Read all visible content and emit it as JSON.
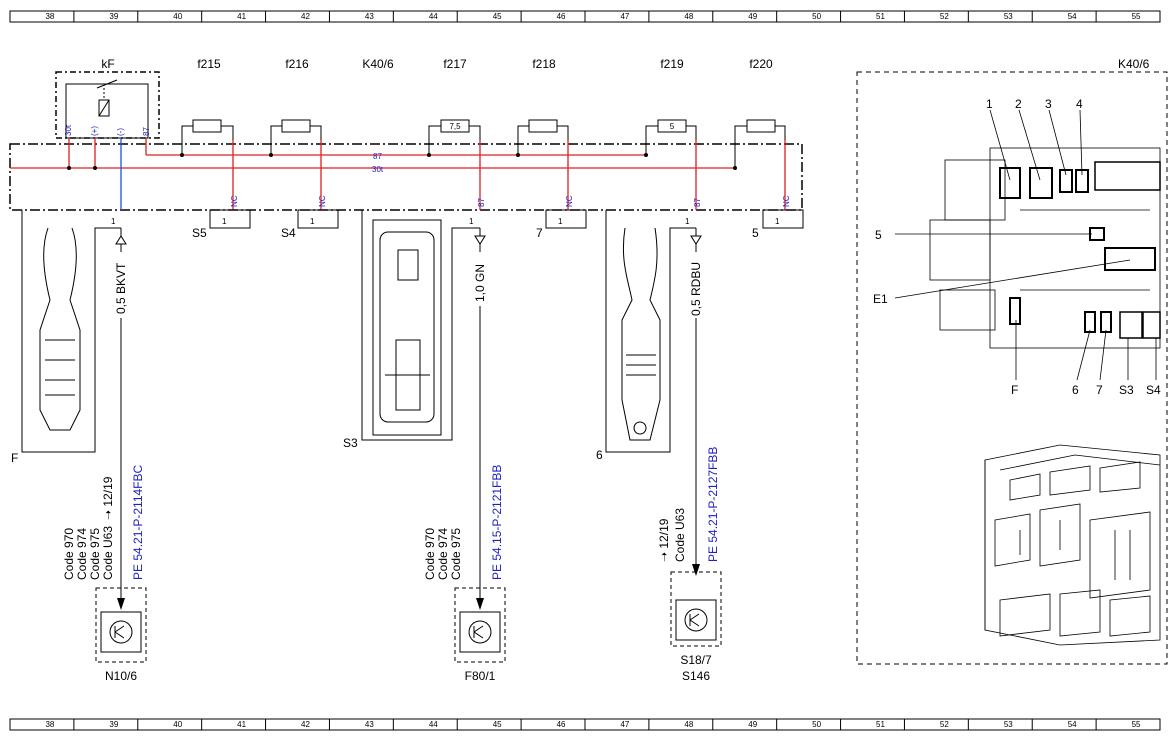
{
  "ruler": {
    "columns": [
      "38",
      "39",
      "40",
      "41",
      "42",
      "43",
      "44",
      "45",
      "46",
      "47",
      "48",
      "49",
      "50",
      "51",
      "52",
      "53",
      "54",
      "55"
    ]
  },
  "module": {
    "switch_label": "kF",
    "box_label": "K40/6",
    "fuses": [
      "f215",
      "f216",
      "f217",
      "f218",
      "f219",
      "f220"
    ]
  },
  "switch_pins": {
    "p30t": "30t",
    "plus": "(+)",
    "minus": "(-)",
    "p87": "87"
  },
  "bus": {
    "line87": "87",
    "line30t": "30t"
  },
  "fuse_values": {
    "f217": "7,5",
    "f219": "5"
  },
  "outputs": {
    "nc": "NC",
    "p87": "87",
    "pin1": "1",
    "s5": "S5",
    "s4": "S4",
    "s7": "7",
    "s5b": "5"
  },
  "wires": {
    "left": {
      "spec": "0,5 BKVT",
      "ref": "PE 54.21-P-2114FBC",
      "codes": [
        "Code 970",
        "Code 974",
        "Code 975",
        "Code U63"
      ],
      "arrow": "➝ 12/19",
      "component": "N10/6"
    },
    "mid": {
      "spec": "1,0 GN",
      "ref": "PE 54.15-P-2121FBB",
      "codes": [
        "Code 970",
        "Code 974",
        "Code 975"
      ],
      "component": "F80/1"
    },
    "right": {
      "spec": "0,5 RDBU",
      "ref": "PE 54.21-P-2127FBB",
      "codes": [
        "Code U63"
      ],
      "arrow": "➝ 12/19",
      "component": "S18/7",
      "component2": "S146"
    }
  },
  "terminals": {
    "f": "F",
    "s3": "S3",
    "six": "6"
  },
  "detail": {
    "title": "K40/6",
    "callouts": [
      "1",
      "2",
      "3",
      "4",
      "5",
      "E1",
      "F",
      "6",
      "7",
      "S3",
      "S4"
    ]
  },
  "colors": {
    "red": "#e02020",
    "blue": "#2050e0",
    "label_blue": "#2020c0"
  }
}
